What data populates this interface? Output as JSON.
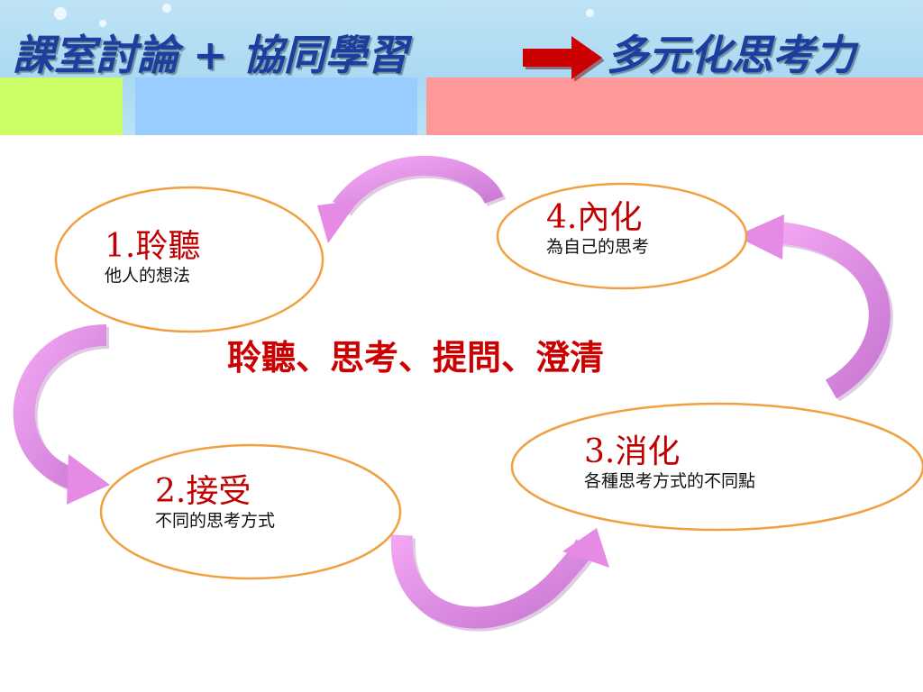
{
  "title": {
    "left": "課室討論 + 協同學習",
    "right": "多元化思考力"
  },
  "center_label": "聆聽、思考、提問、澄清",
  "steps": [
    {
      "number": "1.",
      "title": "聆聽",
      "subtitle": "他人的想法"
    },
    {
      "number": "2.",
      "title": "接受",
      "subtitle": "不同的思考方式"
    },
    {
      "number": "3.",
      "title": "消化",
      "subtitle": "各種思考方式的不同點"
    },
    {
      "number": "4.",
      "title": "內化",
      "subtitle": "為自己的思考"
    }
  ],
  "colors": {
    "title_text": "#1a3f9e",
    "node_title": "#c00000",
    "center_label": "#cc0000",
    "node_border": "#f0a040",
    "cycle_arrow": "#e58ae5",
    "title_arrow": "#cc0000"
  }
}
